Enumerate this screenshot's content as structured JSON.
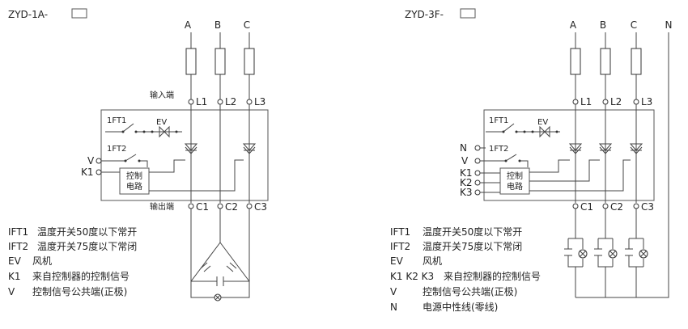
{
  "left": {
    "model": "ZYD-1A-",
    "phases": [
      "A",
      "B",
      "C"
    ],
    "input_label": "输入端",
    "output_label": "输出端",
    "inputs": [
      "L1",
      "L2",
      "L3"
    ],
    "outputs": [
      "C1",
      "C2",
      "C3"
    ],
    "switch1": "1FT1",
    "fan": "EV",
    "switch2": "1FT2",
    "signals": [
      "V",
      "K1"
    ],
    "controller": [
      "控制",
      "电路"
    ],
    "legend": [
      {
        "key": "IFT1",
        "text": "温度开关50度以下常开"
      },
      {
        "key": "IFT2",
        "text": "温度开关75度以下常闭"
      },
      {
        "key": "EV",
        "text": "风机"
      },
      {
        "key": "K1",
        "text": "来自控制器的控制信号"
      },
      {
        "key": "V",
        "text": "控制信号公共端(正极)"
      }
    ]
  },
  "right": {
    "model": "ZYD-3F-",
    "phases": [
      "A",
      "B",
      "C",
      "N"
    ],
    "inputs": [
      "L1",
      "L2",
      "L3"
    ],
    "outputs": [
      "C1",
      "C2",
      "C3"
    ],
    "switch1": "1FT1",
    "fan": "EV",
    "switch2": "1FT2",
    "signals": [
      "N",
      "V",
      "K1",
      "K2",
      "K3"
    ],
    "controller": [
      "控制",
      "电路"
    ],
    "legend": [
      {
        "key": "IFT1",
        "text": "温度开关50度以下常开"
      },
      {
        "key": "IFT2",
        "text": "温度开关75度以下常闭"
      },
      {
        "key": "EV",
        "text": "风机"
      },
      {
        "key": "K1 K2 K3",
        "text": "来自控制器的控制信号"
      },
      {
        "key": "V",
        "text": "控制信号公共端(正极)"
      },
      {
        "key": "N",
        "text": "电源中性线(零线)"
      }
    ]
  }
}
